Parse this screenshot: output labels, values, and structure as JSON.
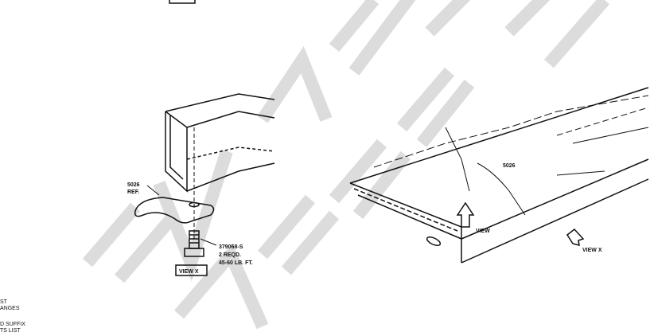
{
  "left_notes": [
    "ST",
    "ANGES",
    "D SUFFIX",
    "TS LIST"
  ],
  "detail_view": {
    "bracket_label": [
      "5026",
      "REF."
    ],
    "bolt_label": [
      "379068-S",
      "2 REQD.",
      "45-60 LB. FT."
    ],
    "view_tag": "VIEW X"
  },
  "frame_view": {
    "bracket_label": "5026",
    "arrow_label": "VIEW",
    "view_arrow_label": "VIEW X"
  },
  "watermark": {
    "line1": "DAVE G",
    "line2": "AUTO LITE"
  }
}
